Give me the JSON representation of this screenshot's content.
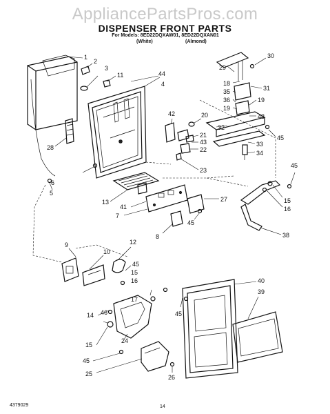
{
  "watermark": "AppliancePartsPros.com",
  "title": "DISPENSER FRONT PARTS",
  "models": "For Models: 8ED22DQXAW01, 8ED22DQXAN01",
  "color_white": "(White)",
  "color_almond": "(Almond)",
  "doc_number": "4379029",
  "page_number": "14",
  "callouts": {
    "c1": "1",
    "c2": "2",
    "c3": "3",
    "c4": "4",
    "c5": "5",
    "c6": "6",
    "c7": "7",
    "c8": "8",
    "c9": "9",
    "c10": "10",
    "c11": "11",
    "c12": "12",
    "c13": "13",
    "c14": "14",
    "c15a": "15",
    "c15b": "15",
    "c15c": "15",
    "c16a": "16",
    "c16b": "16",
    "c17": "17",
    "c18": "18",
    "c19a": "19",
    "c19b": "19",
    "c20": "20",
    "c21": "21",
    "c22": "22",
    "c23": "23",
    "c24": "24",
    "c25": "25",
    "c26": "26",
    "c27": "27",
    "c28": "28",
    "c29": "29",
    "c30": "30",
    "c31": "31",
    "c32": "32",
    "c33": "33",
    "c34": "34",
    "c35": "35",
    "c36": "36",
    "c38": "38",
    "c39": "39",
    "c40": "40",
    "c41": "41",
    "c42": "42",
    "c43": "43",
    "c44": "44",
    "c45a": "45",
    "c45b": "45",
    "c45c": "45",
    "c45d": "45",
    "c45e": "45",
    "c45f": "45",
    "c46": "46",
    "c48": "48"
  }
}
